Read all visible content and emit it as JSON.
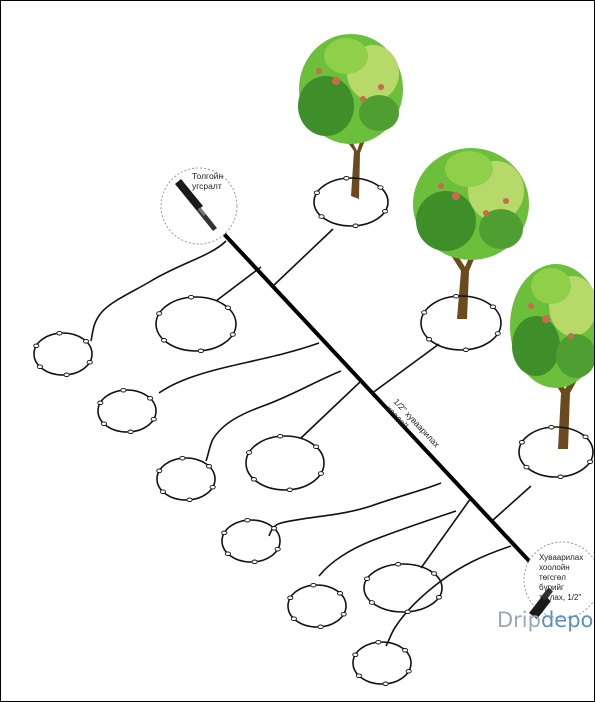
{
  "labels": {
    "start_fitting": [
      "Толгойн",
      "угсралт"
    ],
    "main_line": [
      "1/2\" хуваарилах",
      "хоолой"
    ],
    "end_cap": [
      "Хуваарилах",
      "хоолойн",
      "төгсгөл",
      "бүрийг",
      "таглах, 1/2\""
    ]
  },
  "brand": {
    "part1": "Drip",
    "part2": "depot"
  },
  "colors": {
    "mainline": "#000000",
    "branch": "#111111",
    "trunk": "#6b4a1e",
    "foliage_dark": "#3e8e2a",
    "foliage_mid": "#6cbf3a",
    "foliage_light": "#b7d96a",
    "foliage_accent": "#c96a4a",
    "brand_drip": "#9aa7b4",
    "brand_depot": "#5a8fc0"
  },
  "icons": [
    "tree-icon",
    "fitting-icon",
    "end-cap-icon",
    "dripper-icon"
  ]
}
